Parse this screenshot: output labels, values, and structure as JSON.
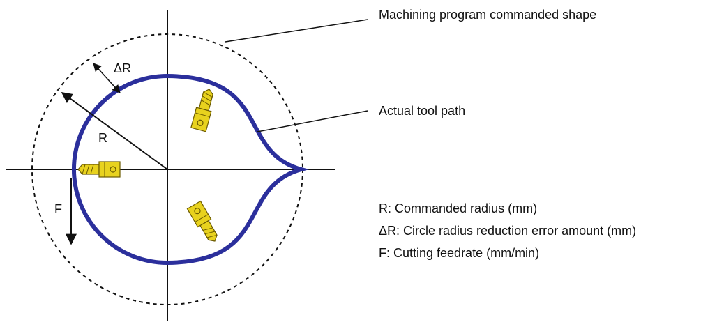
{
  "labels": {
    "commanded_shape": "Machining program commanded shape",
    "actual_path": "Actual tool path",
    "radius_symbol": "R",
    "delta_r_symbol": "ΔR",
    "feed_symbol": "F"
  },
  "legend": {
    "items": [
      "R: Commanded radius (mm)",
      "ΔR: Circle radius reduction error amount (mm)",
      "F: Cutting feedrate (mm/min)"
    ]
  },
  "colors": {
    "tool_path": "#2b2f9c",
    "tool_body": "#e8d21e",
    "tool_outline": "#6b5a00",
    "line": "#111111"
  }
}
